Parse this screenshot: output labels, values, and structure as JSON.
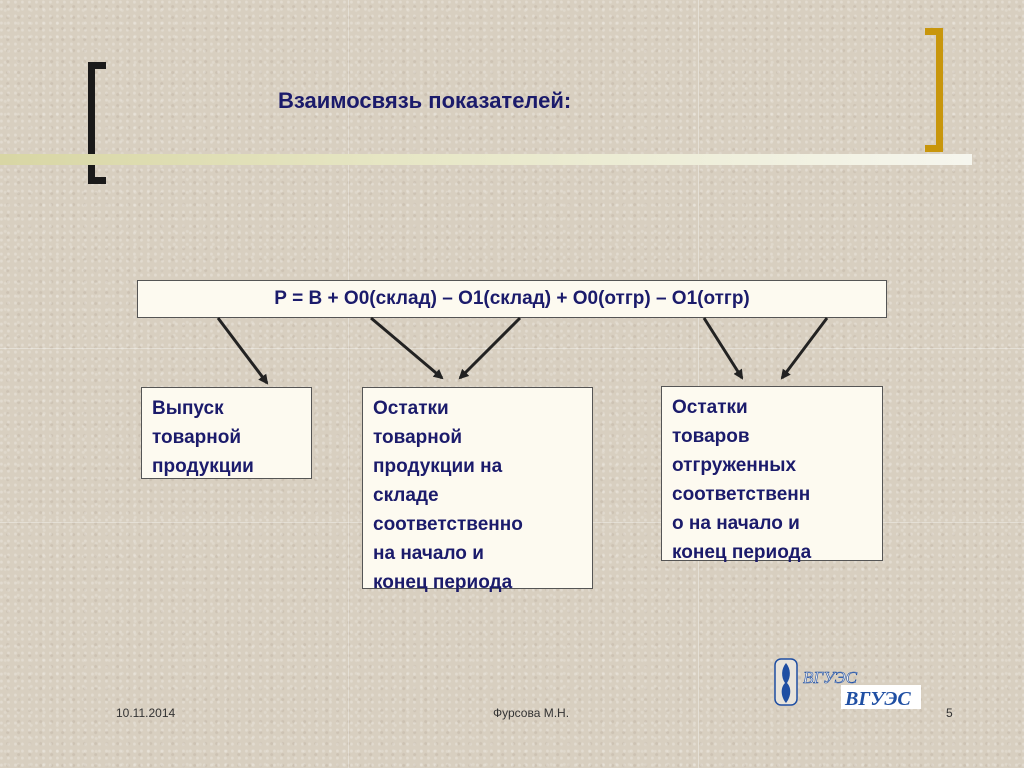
{
  "slide": {
    "title": "Взаимосвязь показателей:",
    "formula": "Р = В + О0(склад) – О1(склад) + О0(отгр) – О1(отгр)",
    "boxes": {
      "output": "Выпуск\nтоварной\nпродукции",
      "stock": "Остатки\nтоварной\nпродукции на\nскладе\nсоответственно\nна начало и\nконец периода",
      "shipped": "Остатки\nтоваров\nотгруженных\nсоответственн\nо на начало и\nконец периода"
    }
  },
  "footer": {
    "date": "10.11.2014",
    "author": "Фурсова М.Н.",
    "page": "5"
  },
  "logo": {
    "text_top": "ВГУЭС",
    "text_bottom": "ВГУЭС"
  },
  "colors": {
    "title": "#1b1b6b",
    "bracket_left": "#1a1a1a",
    "bracket_right": "#c8960c",
    "box_bg": "#fdfaf0",
    "logo_blue": "#1f4fa3"
  }
}
